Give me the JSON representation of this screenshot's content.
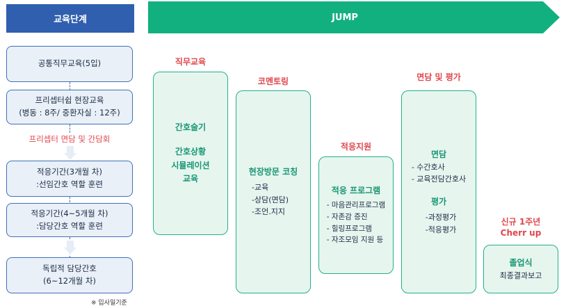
{
  "left": {
    "header": "교육단계",
    "steps": [
      {
        "line1": "공통직무교육(5입)"
      },
      {
        "line1": "프리셉터쉽 현장교육",
        "line2": "(병동 : 8주/ 중환자실 : 12주)"
      },
      {
        "line1": "적응기간(3개월 차)",
        "line2": ":선임간호 역할 훈련"
      },
      {
        "line1": "적응기간(4~5개월 차)",
        "line2": ":담당간호 역할 훈련"
      },
      {
        "line1": "독립적 담당간호",
        "line2": "(6~12개월 차)"
      }
    ],
    "mentor_note": "프리셉터 면담 및 간담회",
    "footnote": "※ 입사일기준"
  },
  "jump": {
    "label": "JUMP"
  },
  "columns": {
    "job": {
      "title": "직무교육",
      "line1": "간호술기",
      "line2": "간호상황",
      "line3": "시뮬레이션",
      "line4": "교육"
    },
    "coaching": {
      "title": "코멘토링",
      "head": "현장방문 코칭",
      "items": [
        "-교육",
        "-상담(면담)",
        "-조언.지지"
      ]
    },
    "adapt": {
      "title": "적응지원",
      "head": "적응 프로그램",
      "items": [
        "- 마음관리프로그램",
        "- 자존감 증진",
        "- 힐링프로그램",
        "- 자조모임 지원 등"
      ]
    },
    "interview": {
      "title": "면담 및 평가",
      "head1": "면담",
      "items1": [
        "- 수간호사",
        "- 교육전담간호사"
      ],
      "head2": "평가",
      "items2": [
        "-과정평가",
        "-적응평가"
      ]
    },
    "new": {
      "title1": "신규 1주년",
      "title2": "Cherr up",
      "head": "졸업식",
      "line": "최종결과보고"
    }
  },
  "colors": {
    "blue": "#2f5fae",
    "green": "#21b088",
    "red": "#e0464c"
  }
}
